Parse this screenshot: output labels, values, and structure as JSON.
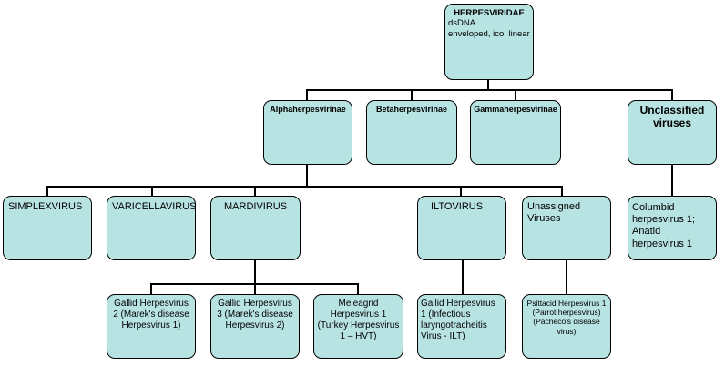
{
  "diagram": {
    "nodes": [
      {
        "id": "herpesviridae",
        "lines": [
          "HERPESVIRIDAE",
          "dsDNA",
          "enveloped, ico, linear"
        ]
      },
      {
        "id": "alphaherpesvirinae",
        "label": "Alphaherpesvirinae"
      },
      {
        "id": "betaherpesvirinae",
        "label": "Betaherpesvirinae"
      },
      {
        "id": "gammaherpesvirinae",
        "label": "Gammaherpesvirinae"
      },
      {
        "id": "unclassified-viruses",
        "label": "Unclassified viruses"
      },
      {
        "id": "simplexvirus",
        "label": "SIMPLEXVIRUS"
      },
      {
        "id": "varicellavirus",
        "label": "VARICELLAVIRUS"
      },
      {
        "id": "mardivirus",
        "label": "MARDIVIRUS"
      },
      {
        "id": "iltovirus",
        "label": "ILTOVIRUS"
      },
      {
        "id": "unassigned-viruses",
        "label": "Unassigned Viruses"
      },
      {
        "id": "columbid-anatid",
        "label": "Columbid herpesvirus 1; Anatid herpesvirus 1"
      },
      {
        "id": "gallid-herpesvirus-2",
        "label": "Gallid Herpesvirus 2 (Marek's disease Herpesvirus 1)"
      },
      {
        "id": "gallid-herpesvirus-3",
        "label": "Gallid Herpesvirus 3 (Marek's disease Herpesvirus 2)"
      },
      {
        "id": "meleagrid-herpesvirus-1",
        "label": "Meleagrid Herpesvirus 1 (Turkey Herpesvirus 1 – HVT)"
      },
      {
        "id": "gallid-herpesvirus-1",
        "label": "Gallid Herpesvirus 1 (Infectious laryngotracheitis Virus - ILT)"
      },
      {
        "id": "psittacid-herpesvirus-1",
        "label": "Psittacid Herpesvirus 1 (Parrot herpesvirus) (Pacheco's disease virus)"
      }
    ],
    "edges": [
      [
        "herpesviridae",
        "alphaherpesvirinae"
      ],
      [
        "herpesviridae",
        "betaherpesvirinae"
      ],
      [
        "herpesviridae",
        "gammaherpesvirinae"
      ],
      [
        "herpesviridae",
        "unclassified-viruses"
      ],
      [
        "alphaherpesvirinae",
        "simplexvirus"
      ],
      [
        "alphaherpesvirinae",
        "varicellavirus"
      ],
      [
        "alphaherpesvirinae",
        "mardivirus"
      ],
      [
        "alphaherpesvirinae",
        "iltovirus"
      ],
      [
        "alphaherpesvirinae",
        "unassigned-viruses"
      ],
      [
        "unclassified-viruses",
        "columbid-anatid"
      ],
      [
        "mardivirus",
        "gallid-herpesvirus-2"
      ],
      [
        "mardivirus",
        "gallid-herpesvirus-3"
      ],
      [
        "mardivirus",
        "meleagrid-herpesvirus-1"
      ],
      [
        "iltovirus",
        "gallid-herpesvirus-1"
      ],
      [
        "unassigned-viruses",
        "psittacid-herpesvirus-1"
      ]
    ],
    "colors": {
      "node_fill": "#b8e3e3",
      "stroke": "#000000"
    }
  }
}
